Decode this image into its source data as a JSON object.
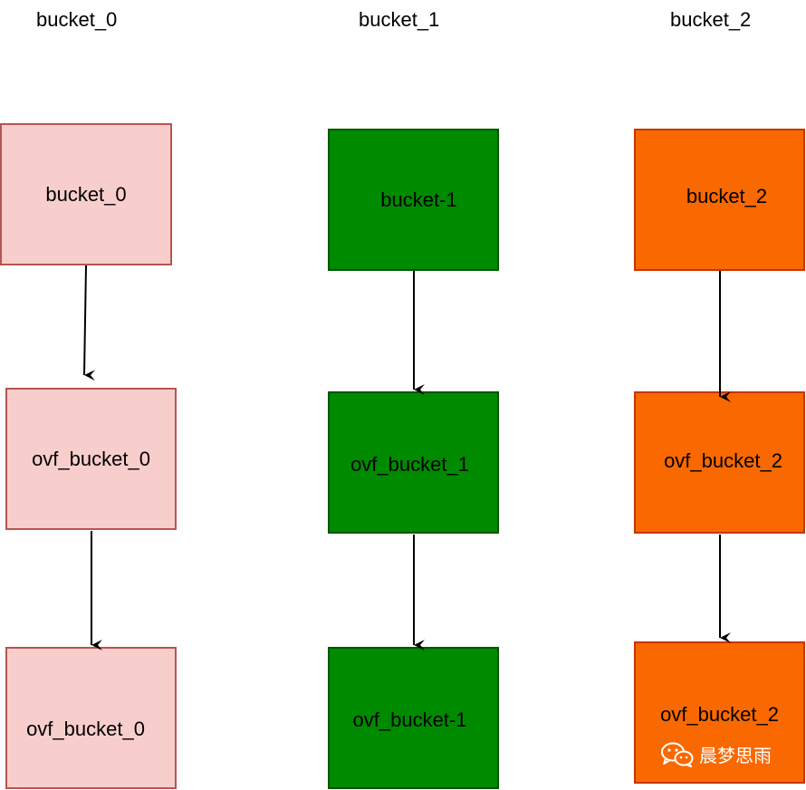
{
  "headers": [
    "bucket_0",
    "bucket_1",
    "bucket_2"
  ],
  "columns": [
    {
      "color": "pink",
      "boxes": [
        "bucket_0",
        "ovf_bucket_0",
        "ovf_bucket_0"
      ]
    },
    {
      "color": "green",
      "boxes": [
        "bucket-1",
        "ovf_bucket_1",
        "ovf_bucket-1"
      ]
    },
    {
      "color": "orange",
      "boxes": [
        "bucket_2",
        "ovf_bucket_2",
        "ovf_bucket_2"
      ]
    }
  ],
  "colors": {
    "pink_fill": "#f8cecc",
    "pink_stroke": "#b85450",
    "green_fill": "#008a00",
    "green_stroke": "#005700",
    "orange_fill": "#fa6800",
    "orange_stroke": "#c73500",
    "arrow": "#000000"
  },
  "watermark": {
    "icon": "wechat-icon",
    "text": "晨梦思雨"
  }
}
